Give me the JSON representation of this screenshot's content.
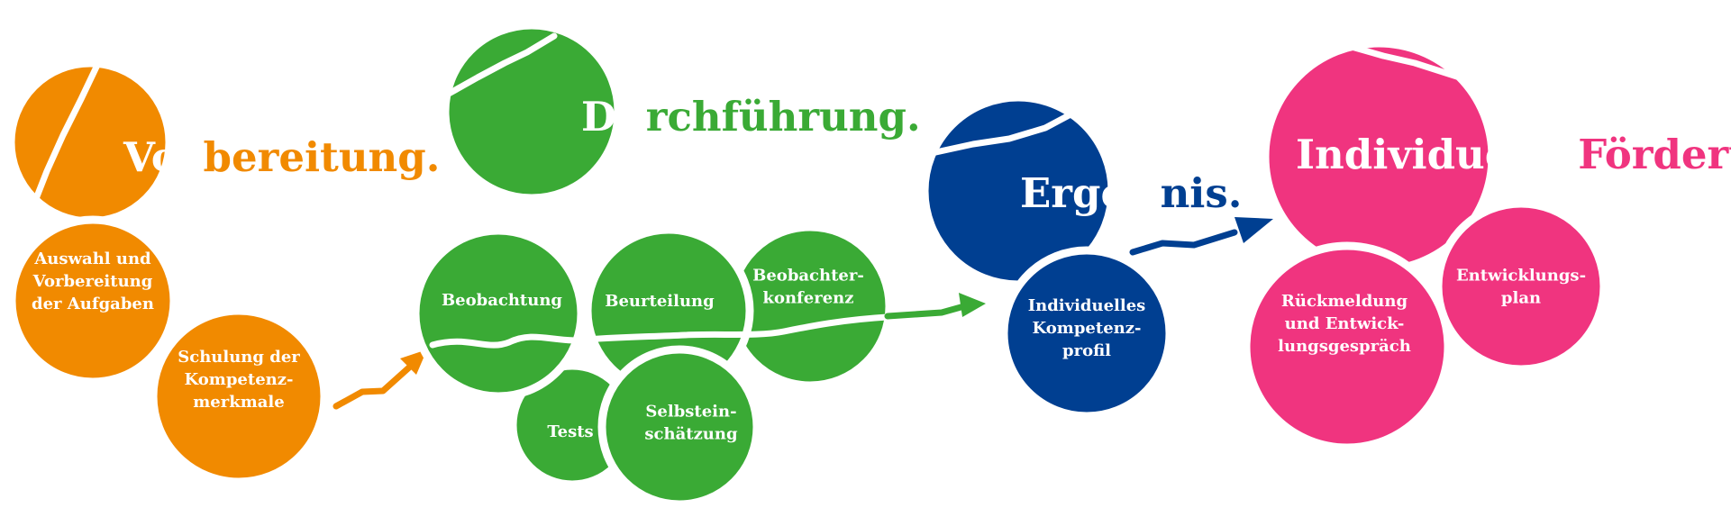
{
  "colors": {
    "orange": "#f18a00",
    "green": "#3aaa35",
    "blue": "#003f91",
    "pink": "#f0347f",
    "white": "#ffffff"
  },
  "stages": {
    "vorbereitung": {
      "title_a": "Vor",
      "title_b": "bereitung.",
      "items": [
        "Auswahl und|Vorbereitung|der Aufgaben",
        "Schulung der|Kompetenz-|merkmale"
      ]
    },
    "durchfuehrung": {
      "title_a": "Du",
      "title_b": "rchführung.",
      "items": [
        "Beobachtung",
        "Beurteilung",
        "Beobachter-|konferenz",
        "Tests",
        "Selbstein-|schätzung"
      ]
    },
    "ergebnis": {
      "title_a": "Ergeb",
      "title_b": "nis.",
      "items": [
        "Individuelles|Kompetenz-|profil"
      ]
    },
    "foerderung": {
      "title_a": "Individuelle",
      "title_b": "Förderung.",
      "items": [
        "Rückmeldung|und Entwick-|lungsgespräch",
        "Entwicklungs-|plan"
      ]
    }
  },
  "icons": [
    "orange-arrow-icon",
    "green-arrow-icon",
    "blue-arrow-icon"
  ]
}
